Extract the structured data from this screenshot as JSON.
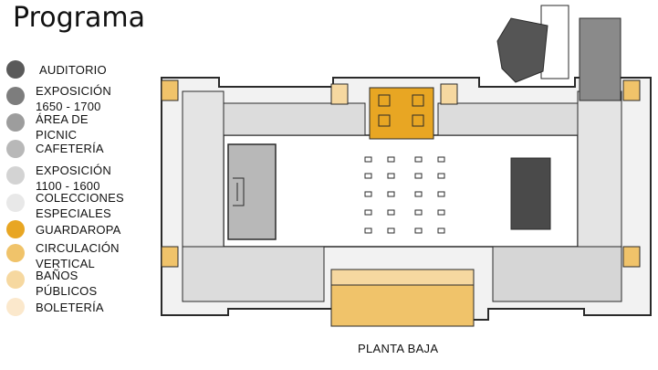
{
  "title": "Programa",
  "legend": [
    {
      "label": "AUDITORIO",
      "color": "#5a5a5a"
    },
    {
      "label": "EXPOSICIÓN\n1650 - 1700",
      "color": "#7d7d7d"
    },
    {
      "label": "ÁREA DE\nPICNIC",
      "color": "#9d9d9d"
    },
    {
      "label": "CAFETERÍA",
      "color": "#b8b8b8"
    },
    {
      "label": "EXPOSICIÓN\n1100 - 1600",
      "color": "#d3d3d3"
    },
    {
      "label": "COLECCIONES\nESPECIALES",
      "color": "#e8e8e8"
    },
    {
      "label": "GUARDAROPA",
      "color": "#e8a623"
    },
    {
      "label": "CIRCULACIÓN\nVERTICAL",
      "color": "#f0c36a"
    },
    {
      "label": "BAÑOS\nPÚBLICOS",
      "color": "#f6d8a0"
    },
    {
      "label": "BOLETERÍA",
      "color": "#fbe8cc"
    }
  ],
  "plan_caption": "PLANTA BAJA",
  "colors": {
    "wall": "#2a2a2a",
    "floor": "#ffffff",
    "gallery_tile": "#dcdcdc",
    "auditorium": "#4a4a4a",
    "cloakroom": "#e8a623",
    "circulation": "#f0c36a",
    "restrooms": "#f6d8a0"
  }
}
